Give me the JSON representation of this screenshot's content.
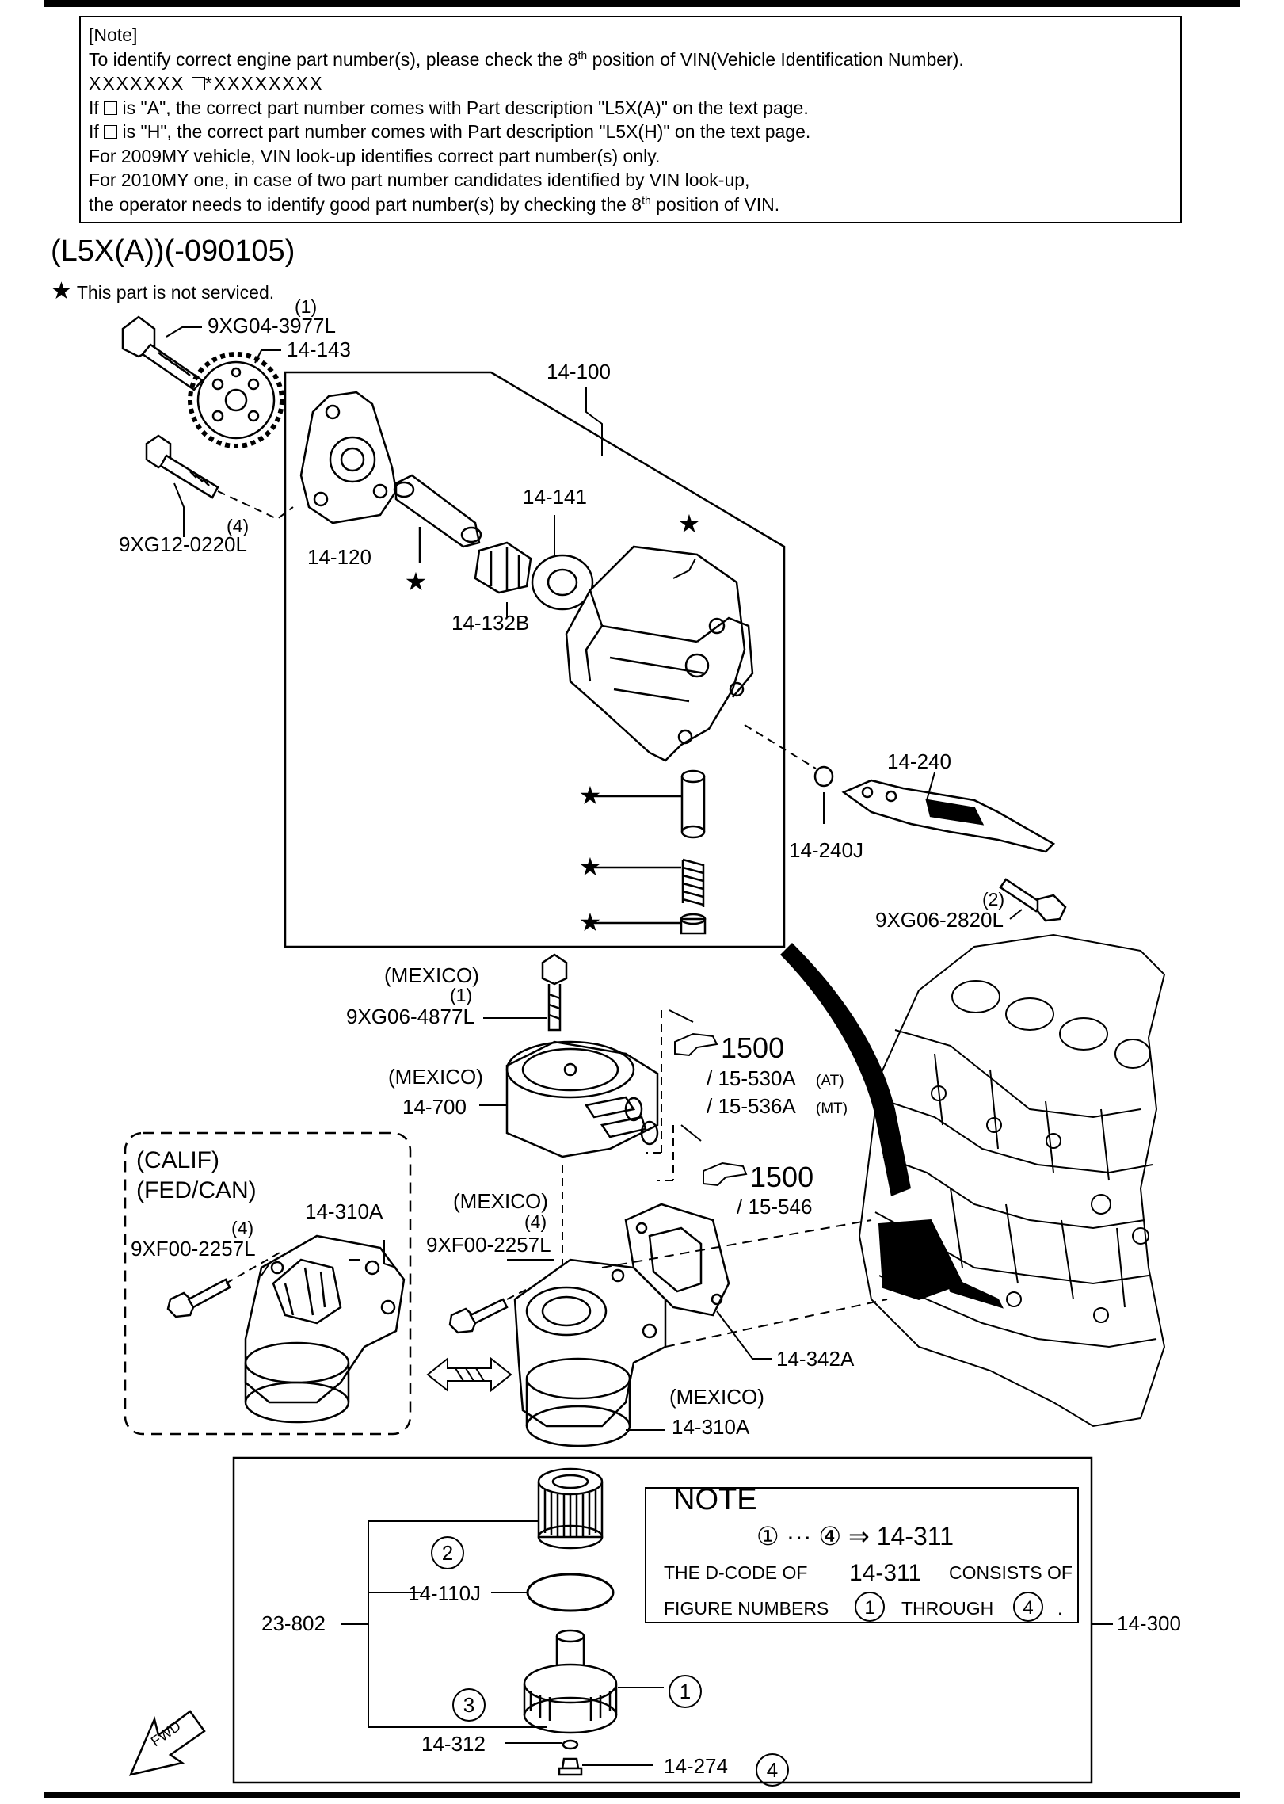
{
  "note": {
    "heading": "[Note]",
    "line1_pre": "To identify correct engine part number(s), please check the 8",
    "line1_sup": "th",
    "line1_post": " position of VIN(Vehicle Identification Number).",
    "vin_left": "XXXXXXX ",
    "vin_right": "*XXXXXXXX",
    "line3_pre": "If ",
    "line3_post": " is \"A\", the correct part number comes with Part description \"L5X(A)\" on the text page.",
    "line4_pre": "If ",
    "line4_post": " is \"H\", the correct part number comes with Part description \"L5X(H)\" on the text page.",
    "line5": "For 2009MY vehicle, VIN look-up identifies correct part number(s) only.",
    "line6": "For 2010MY one, in case of two part number candidates identified by VIN look-up,",
    "line7_pre": "the operator needs to identify good part number(s) by checking the 8",
    "line7_sup": "th",
    "line7_post": " position of VIN."
  },
  "title": "(L5X(A))(-090105)",
  "not_serviced": {
    "star": "★",
    "text": " This part is not serviced."
  },
  "labels": {
    "qty1_top": "(1)",
    "bolt_9XG04": "9XG04-3977L",
    "sprocket": "14-143",
    "pump_assy": "14-100",
    "qty4_left": "(4)",
    "bolt_9XG12": "9XG12-0220L",
    "cover": "14-120",
    "shaft": "14-141",
    "gear": "14-132B",
    "baffle": "14-240",
    "oring_240j": "14-240J",
    "qty2": "(2)",
    "bolt_9XG06_2820": "9XG06-2820L",
    "mexico_bolt": "(MEXICO)",
    "qty1_mid": "(1)",
    "bolt_9XG06_4877": "9XG06-4877L",
    "mexico_cooler": "(MEXICO)",
    "cooler": "14-700",
    "ref1500_a": "1500",
    "ref15530": "/ 15-530A",
    "at": "(AT)",
    "ref15536": "/ 15-536A",
    "mt": "(MT)",
    "ref1500_b": "1500",
    "ref15546": "/ 15-546",
    "calif": "(CALIF)",
    "fedcan": "(FED/CAN)",
    "qty4_calif": "(4)",
    "bolt_9XF00_calif": "9XF00-2257L",
    "body_calif": "14-310A",
    "mexico_bolt2": "(MEXICO)",
    "qty4_mex": "(4)",
    "bolt_9XF00_mex": "9XF00-2257L",
    "gasket": "14-342A",
    "mexico_body": "(MEXICO)",
    "body_mex": "14-310A",
    "note_title": "NOTE",
    "note_formula": "① ··· ④ ⇒ 14-311",
    "note_line1a": "THE D-CODE OF",
    "note_line1b": "14-311",
    "note_line1c": "CONSISTS OF",
    "note_line2a": "FIGURE NUMBERS",
    "note_line2b": "THROUGH",
    "note_line2c": ".",
    "circ1": "1",
    "circ2": "2",
    "circ3": "3",
    "circ4": "4",
    "filter_kit": "23-802",
    "oring_110j": "14-110J",
    "cap_oring": "14-312",
    "drain_plug": "14-274",
    "filter_assy": "14-300",
    "fwd": "FWD"
  }
}
